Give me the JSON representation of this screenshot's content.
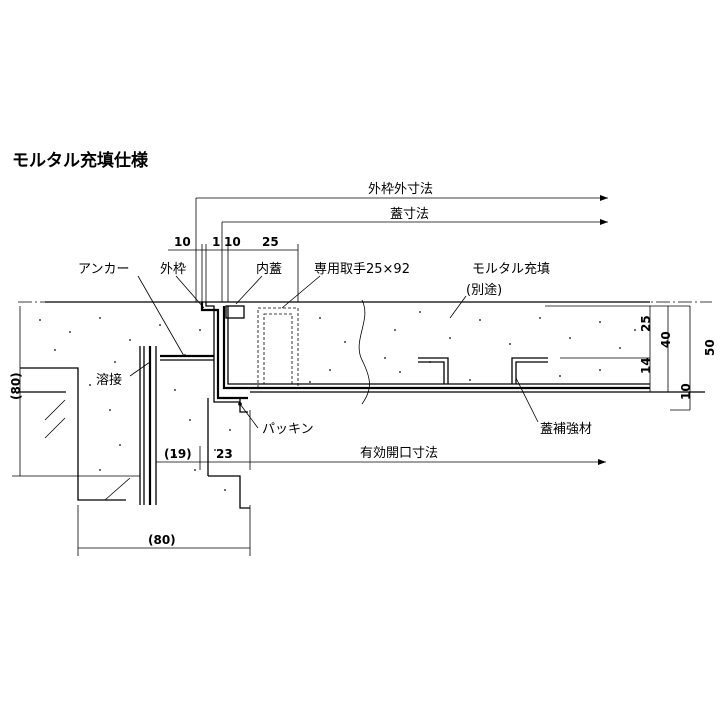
{
  "title": "モルタル充填仕様",
  "labels": {
    "outer_frame_size": "外枠外寸法",
    "lid_size": "蓋寸法",
    "anchor": "アンカー",
    "outer_frame": "外枠",
    "inner_lid": "内蓋",
    "handle": "専用取手25×92",
    "mortar_fill": "モルタル充填",
    "separate": "(別途)",
    "welding": "溶接",
    "packing": "パッキン",
    "lid_reinforcement": "蓋補強材",
    "effective_opening": "有効開口寸法"
  },
  "dimensions": {
    "d10a": "10",
    "d1": "1",
    "d10b": "10",
    "d25": "25",
    "d19": "(19)",
    "d23": "23",
    "d80_left": "(80)",
    "d80_bottom": "(80)",
    "r25": "25",
    "r14": "14",
    "r40": "40",
    "r10": "10",
    "r50": "50"
  }
}
